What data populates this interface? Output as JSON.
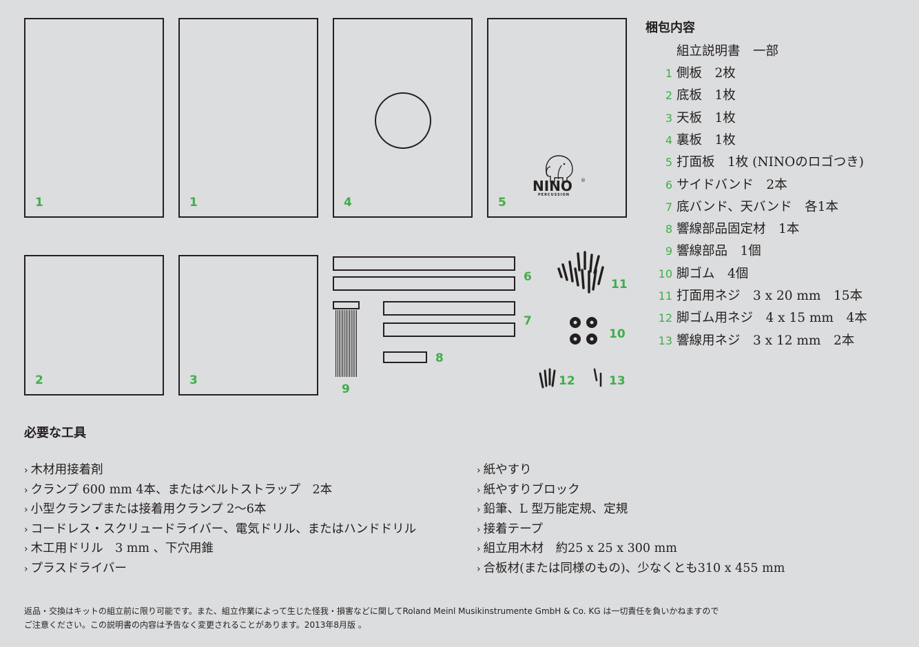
{
  "panels": [
    {
      "label": "1"
    },
    {
      "label": "1"
    },
    {
      "label": "4"
    },
    {
      "label": "5"
    },
    {
      "label": "2"
    },
    {
      "label": "3"
    }
  ],
  "part_labels": {
    "p6": "6",
    "p7": "7",
    "p8": "8",
    "p9": "9",
    "p10": "10",
    "p11": "11",
    "p12": "12",
    "p13": "13"
  },
  "logo": {
    "name": "NINO",
    "sub": "PERCUSSION",
    "reg": "®"
  },
  "packing_list": {
    "title": "梱包内容",
    "manual": "組立説明書　一部",
    "items": [
      {
        "n": "1",
        "text": "側板　2枚"
      },
      {
        "n": "2",
        "text": "底板　1枚"
      },
      {
        "n": "3",
        "text": "天板　1枚"
      },
      {
        "n": "4",
        "text": "裏板　1枚"
      },
      {
        "n": "5",
        "text": "打面板　1枚 (NINOのロゴつき)"
      },
      {
        "n": "6",
        "text": "サイドバンド　2本"
      },
      {
        "n": "7",
        "text": "底バンド、天バンド　各1本"
      },
      {
        "n": "8",
        "text": "響線部品固定材　1本"
      },
      {
        "n": "9",
        "text": "響線部品　1個"
      },
      {
        "n": "10",
        "text": "脚ゴム　4個"
      },
      {
        "n": "11",
        "text": "打面用ネジ　3 x 20 mm　15本"
      },
      {
        "n": "12",
        "text": "脚ゴム用ネジ　4 x 15 mm　4本"
      },
      {
        "n": "13",
        "text": "響線用ネジ　3 x 12 mm　2本"
      }
    ]
  },
  "tools": {
    "title": "必要な工具",
    "bullet": "›",
    "left": [
      "木材用接着剤",
      "クランプ 600 mm 4本、またはベルトストラップ　2本",
      "小型クランプまたは接着用クランプ 2〜6本",
      "コードレス・スクリュードライバー、電気ドリル、またはハンドドリル",
      "木工用ドリル　3 mm 、下穴用錐",
      "プラスドライバー"
    ],
    "right": [
      "紙やすり",
      "紙やすりブロック",
      "鉛筆、L 型万能定規、定規",
      "接着テープ",
      "組立用木材　約25 x 25 x 300 mm",
      "合板材(または同様のもの)、少なくとも310 x 455 mm"
    ]
  },
  "notice": {
    "line1": "返品・交換はキットの組立前に限り可能です。また、組立作業によって生じた怪我・損害などに関してRoland Meinl Musikinstrumente GmbH & Co. KG は一切責任を負いかねますので",
    "line2": "ご注意ください。この説明書の内容は予告なく変更されることがあります。2013年8月版 。"
  },
  "colors": {
    "background": "#dcddde",
    "ink": "#231f20",
    "accent": "#3fae49"
  }
}
